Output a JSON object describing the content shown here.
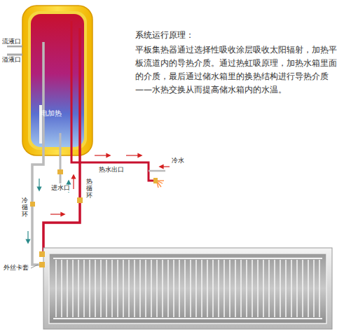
{
  "diagram": {
    "nodes": [
      {
        "text": [
          "电加热"
        ]
      }
    ],
    "labels": [
      "流液口",
      "溢液口",
      "进水口",
      "热水出口",
      "冷水",
      "热循环",
      "冷循环",
      "外丝卡套",
      "系统运行原理：",
      "平板集热器通过选择性吸收涂层吸收太阳辐射，加热平板流道内的导热介质。通过热虹吸原理，加热水箱里面的介质，最后通过储水箱里的换热结构进行导热介质——水热交换从而提高储水箱内的水温。"
    ]
  }
}
